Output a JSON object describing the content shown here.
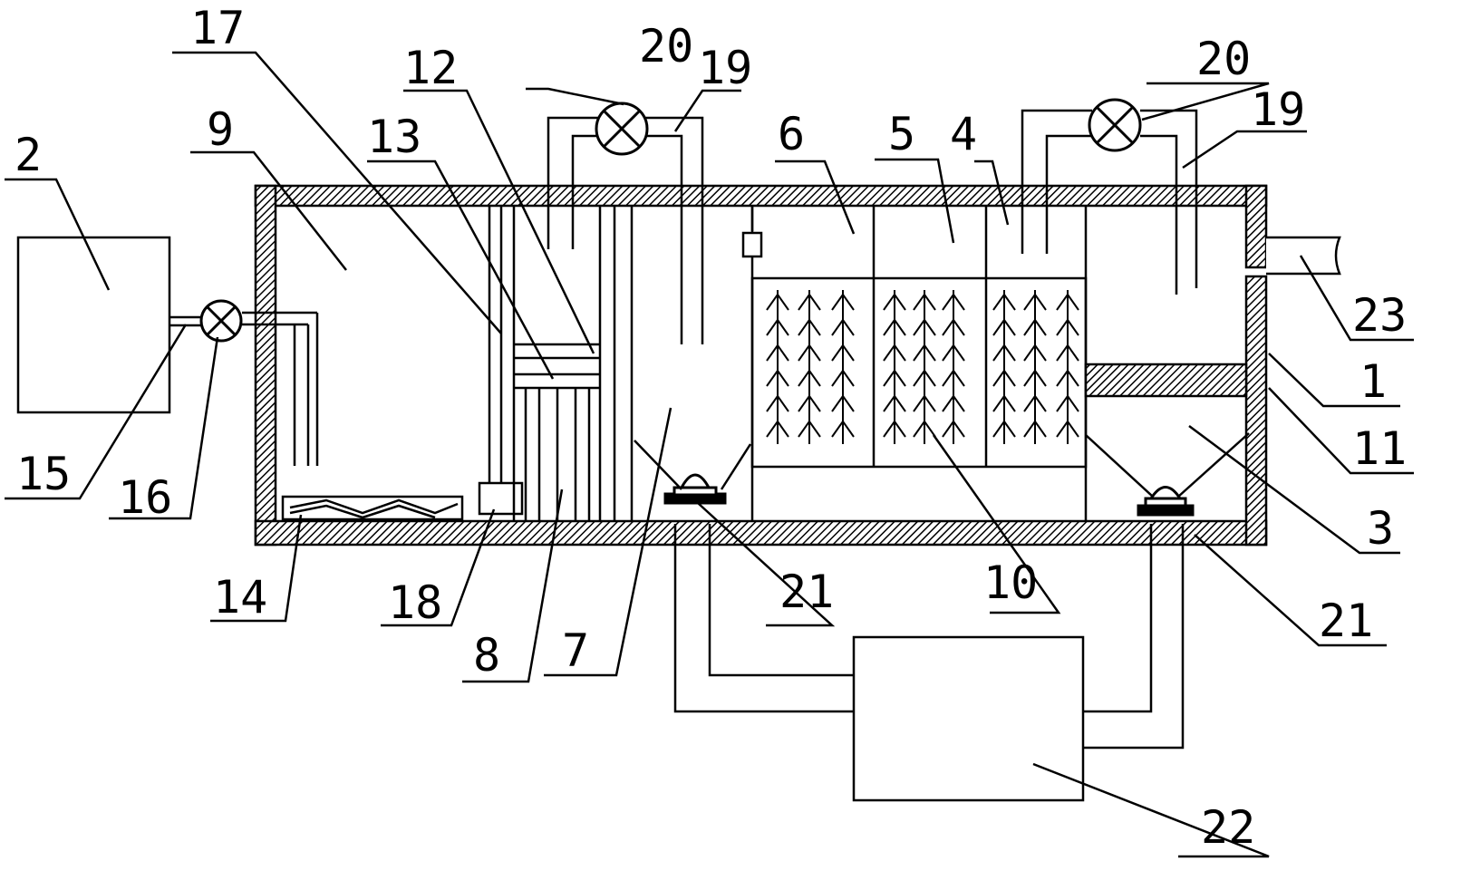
{
  "labels": {
    "l1": "1",
    "l2": "2",
    "l3": "3",
    "l4": "4",
    "l5": "5",
    "l6": "6",
    "l7": "7",
    "l8": "8",
    "l9": "9",
    "l10": "10",
    "l11": "11",
    "l12": "12",
    "l13": "13",
    "l14": "14",
    "l15": "15",
    "l16": "16",
    "l17": "17",
    "l18": "18",
    "l19a": "19",
    "l19b": "19",
    "l20a": "20",
    "l20b": "20",
    "l21a": "21",
    "l21b": "21",
    "l22": "22",
    "l23": "23"
  },
  "colors": {
    "ink": "#000000",
    "paper": "#ffffff"
  }
}
